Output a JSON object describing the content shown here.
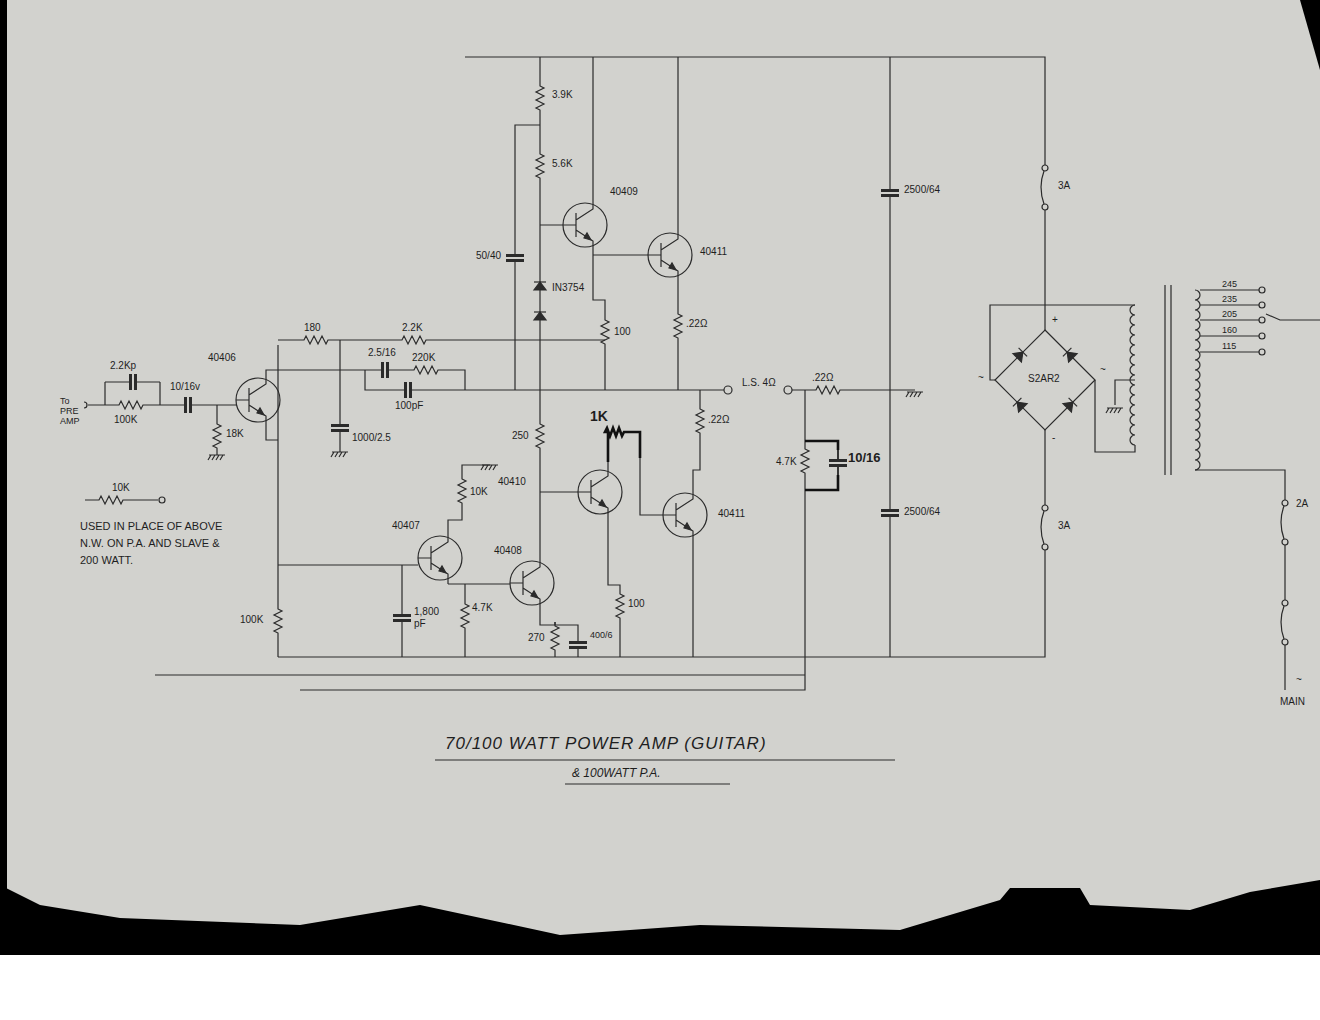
{
  "diagram": {
    "title": "70/100 WATT POWER AMP (GUITAR)",
    "caption": "& 100WATT P.A.",
    "labels": [
      "3.9K",
      "5.6K",
      "40409",
      "40411",
      "50/40",
      "IN3754",
      "100",
      ".22Ω",
      "180",
      "2.2K",
      "2.5/16",
      "220K",
      "2.2Kp",
      "40406",
      "10/16v",
      "To PRE AMP",
      "100K",
      "18K",
      "100pF",
      "1000/2.5",
      "L.S. 4Ω",
      ".22Ω",
      ".22Ω",
      "250",
      "1K",
      "40410",
      "40411",
      "4.7K",
      "10/16",
      "2500/64",
      "2500/64",
      "3A",
      "3A",
      "S2AR2",
      "+",
      "~",
      "~",
      "-",
      "245",
      "235",
      "205",
      "160",
      "115",
      "2A",
      "~",
      "MAIN",
      "10K",
      "USED IN PLACE OF ABOVE N.W. ON P.A. AND SLAVE & 200 WATT.",
      "40407",
      "10K",
      "40408",
      "1,800 pF",
      "4.7K",
      "100K",
      "270",
      "400/6",
      "100"
    ]
  }
}
